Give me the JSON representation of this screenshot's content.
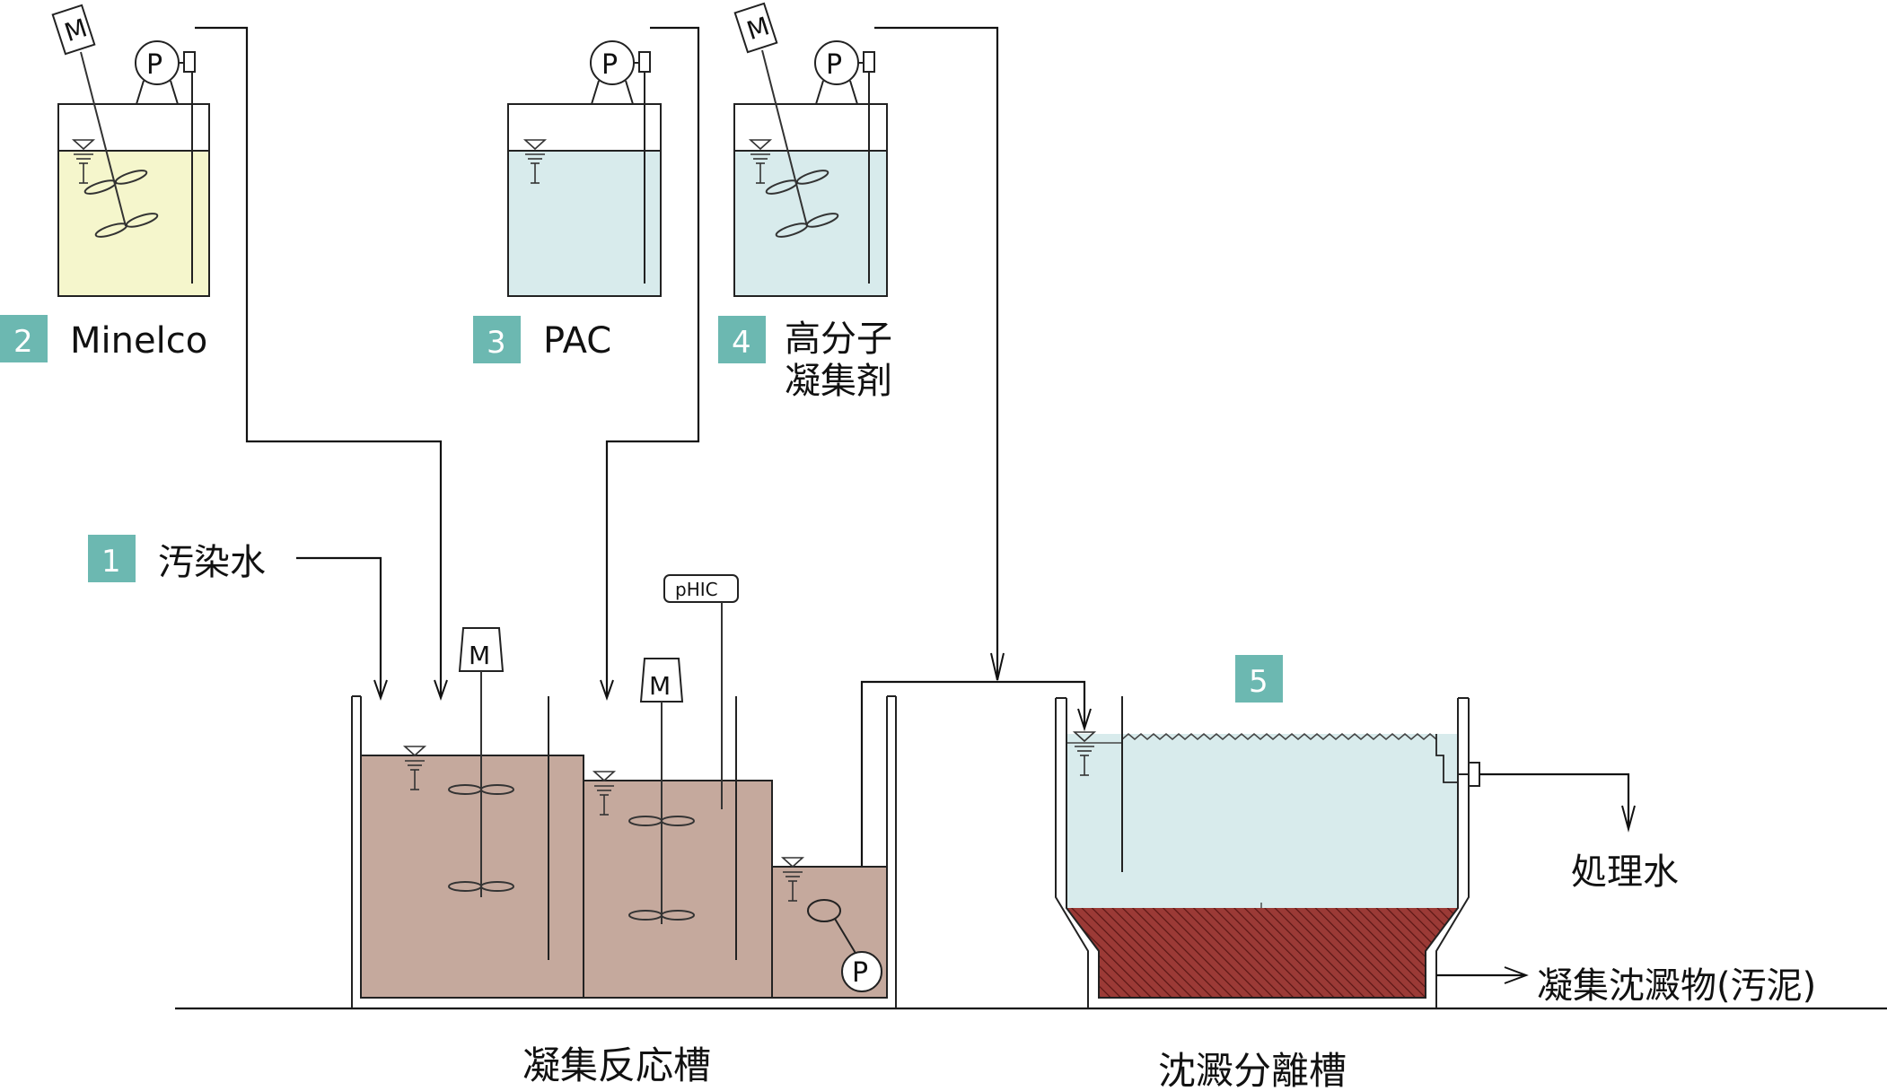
{
  "colors": {
    "badge": "#6cb8b1",
    "minelco_liquid": "#f5f6cc",
    "reagent_liquid": "#d8ebec",
    "wastewater": "#c5a99d",
    "sludge": "#9b3a36",
    "treated_water": "#d8ebec"
  },
  "reagents": [
    {
      "number": "2",
      "name": "Minelco",
      "name_line2": ""
    },
    {
      "number": "3",
      "name": "PAC",
      "name_line2": ""
    },
    {
      "number": "4",
      "name": "高分子",
      "name_line2": "凝集剤"
    }
  ],
  "inflow": {
    "number": "1",
    "label": "汚染水"
  },
  "settler": {
    "number": "5"
  },
  "outputs": {
    "treated_water": "処理水",
    "sludge": "凝集沈澱物(汚泥)"
  },
  "tank_titles": {
    "reaction": "凝集反応槽",
    "settling": "沈澱分離槽"
  },
  "instruments": {
    "motor": "M",
    "pump": "P",
    "ph_controller": "pHIC"
  }
}
